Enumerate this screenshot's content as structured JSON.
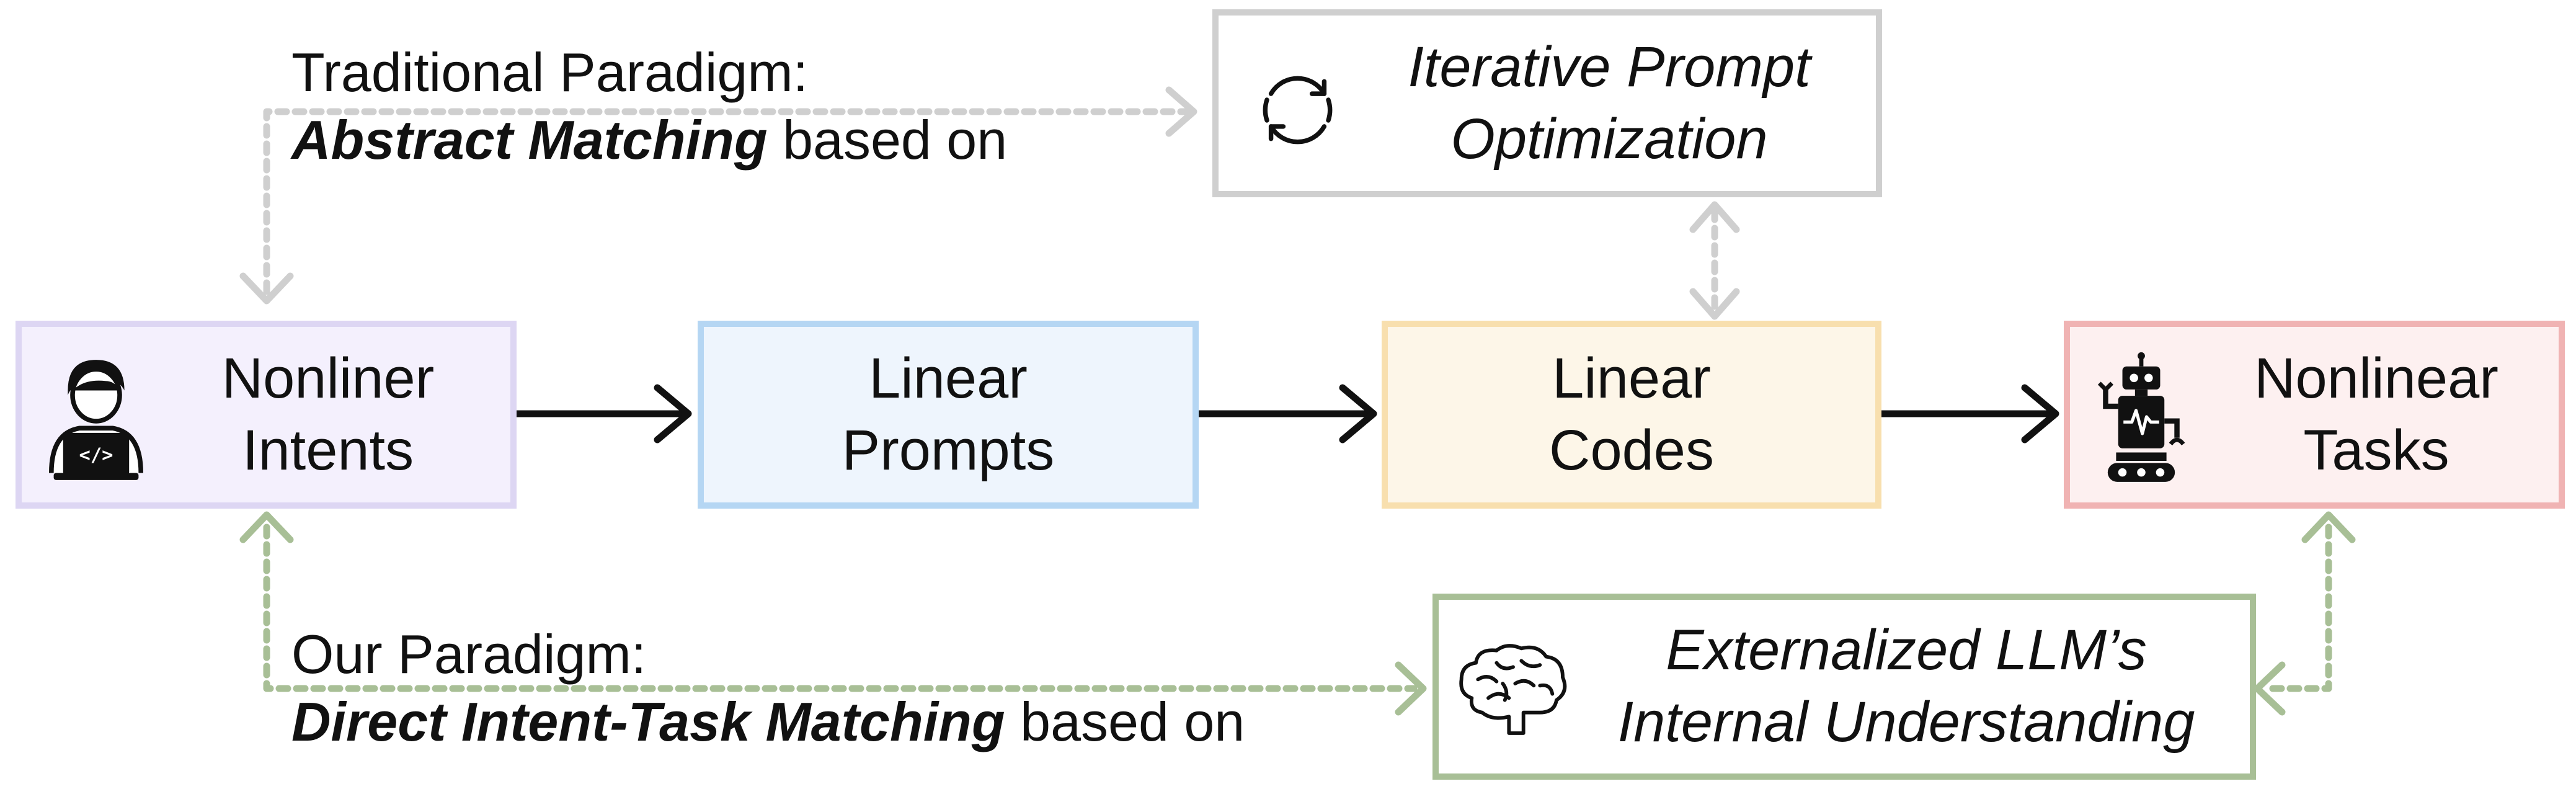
{
  "traditional": {
    "heading": "Traditional Paradigm:",
    "emphasis": "Abstract Matching",
    "rest": " based on"
  },
  "ours": {
    "heading": "Our Paradigm:",
    "emphasis": "Direct Intent-Task Matching",
    "rest": " based on"
  },
  "boxes": {
    "iterative": {
      "line1": "Iterative Prompt",
      "line2": "Optimization"
    },
    "intents": {
      "line1": "Nonliner",
      "line2": "Intents"
    },
    "prompts": {
      "line1": "Linear",
      "line2": "Prompts"
    },
    "codes": {
      "line1": "Linear",
      "line2": "Codes"
    },
    "tasks": {
      "line1": "Nonlinear",
      "line2": "Tasks"
    },
    "externalized": {
      "line1": "Externalized LLM’s",
      "line2": "Internal Understanding"
    }
  },
  "icons": {
    "intents": "person-laptop-code-icon",
    "tasks": "robot-icon",
    "iterative": "refresh-cycle-icon",
    "externalized": "brain-icon"
  },
  "colors": {
    "intents_border": "#ddd6f3",
    "intents_fill": "#f4f0fd",
    "prompts_border": "#b5d6f3",
    "prompts_fill": "#eef5fd",
    "codes_border": "#f8dfae",
    "codes_fill": "#fdf6e8",
    "tasks_border": "#f0b3b3",
    "tasks_fill": "#fdf0f0",
    "iterative_border": "#cfcfcf",
    "externalized_border": "#a8bf96",
    "gray_dotted": "#cfcfcf",
    "green_dotted": "#a8bf96",
    "arrow": "#111111"
  }
}
